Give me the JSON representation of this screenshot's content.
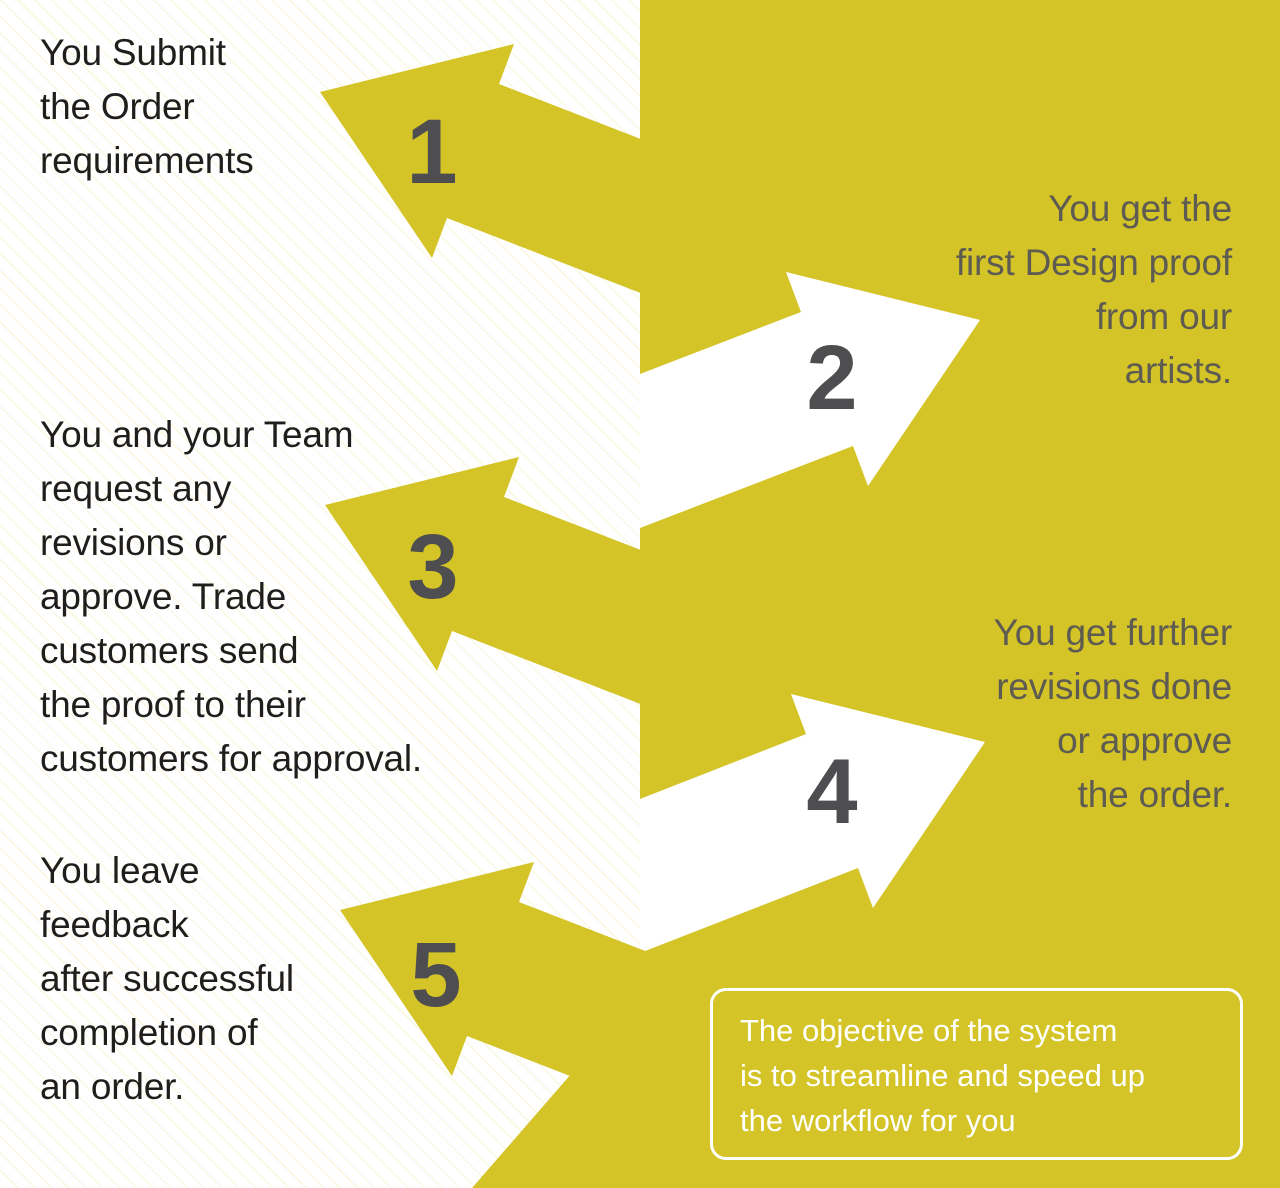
{
  "infographic": {
    "colors": {
      "yellow": "#d4c427",
      "white": "#ffffff",
      "number": "#4e4d4f",
      "text_dark": "#1f1e1c",
      "text_on_yellow": "#5d5b52",
      "box_border": "#ffffff",
      "box_text": "#ffffff"
    },
    "steps": [
      {
        "number": "1",
        "side": "left",
        "lines": [
          "You Submit",
          "the Order",
          "requirements"
        ]
      },
      {
        "number": "2",
        "side": "right",
        "lines": [
          "You get the",
          "first Design proof",
          "from our",
          "artists."
        ]
      },
      {
        "number": "3",
        "side": "left",
        "lines": [
          "You and your Team",
          "request any",
          "revisions or",
          "approve. Trade",
          "customers send",
          "the proof to their",
          "customers for approval."
        ]
      },
      {
        "number": "4",
        "side": "right",
        "lines": [
          "You get further",
          "revisions done",
          "or approve",
          "the order."
        ]
      },
      {
        "number": "5",
        "side": "left",
        "lines": [
          "You leave",
          "feedback",
          "after successful",
          "completion of",
          "an order."
        ]
      }
    ],
    "objective_box": {
      "lines": [
        "The objective of the system",
        "is to streamline and speed up",
        "the workflow for you"
      ]
    }
  }
}
